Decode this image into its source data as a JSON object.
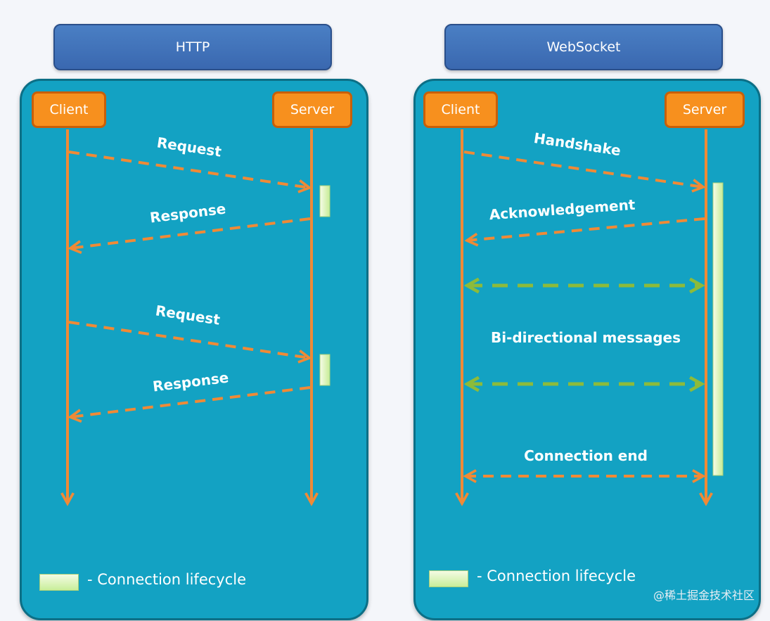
{
  "http": {
    "title": "HTTP",
    "client": "Client",
    "server": "Server",
    "messages": [
      "Request",
      "Response",
      "Request",
      "Response"
    ],
    "legend": "- Connection lifecycle"
  },
  "websocket": {
    "title": "WebSocket",
    "client": "Client",
    "server": "Server",
    "messages": [
      "Handshake",
      "Acknowledgement",
      "Bi-directional messages",
      "Connection end"
    ],
    "legend": "- Connection lifecycle"
  },
  "watermark": "@稀土掘金技术社区",
  "colors": {
    "panel": "#13a2c3",
    "header": "#3f73bb",
    "actor": "#f7901e",
    "lifeline": "#f08a36",
    "bidirectional": "#8dbb3a",
    "lifecycle": "#d8f5b0"
  }
}
